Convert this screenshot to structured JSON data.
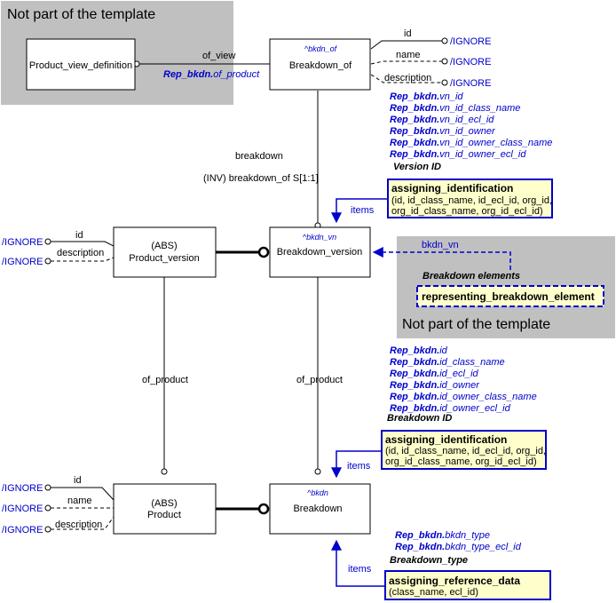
{
  "regions": {
    "top_left": {
      "label": "Not part of the template"
    },
    "right": {
      "label": "Not part of the template"
    }
  },
  "entities": {
    "product_view_definition": {
      "label": "Product_view_definition"
    },
    "breakdown_of": {
      "tag": "^bkdn_of",
      "label": "Breakdown_of"
    },
    "product_version": {
      "abs": "(ABS)",
      "label": "Product_version"
    },
    "breakdown_version": {
      "tag": "^bkdn_vn",
      "label": "Breakdown_version"
    },
    "product": {
      "abs": "(ABS)",
      "label": "Product"
    },
    "breakdown": {
      "tag": "^bkdn",
      "label": "Breakdown"
    }
  },
  "relations": {
    "of_view": "of_view",
    "of_view_ref_bold": "Rep_bkdn.",
    "of_view_ref_italic": "of_product",
    "breakdown": "breakdown",
    "inverse": "(INV) breakdown_of S[1:1]",
    "pv_of_product": "of_product",
    "bv_of_product": "of_product",
    "bkdn_vn": "bkdn_vn",
    "breakdown_elements": "Breakdown elements"
  },
  "attributes": {
    "breakdown_of": [
      {
        "name": "id",
        "target": "/IGNORE",
        "optional": false
      },
      {
        "name": "name",
        "target": "/IGNORE",
        "optional": true
      },
      {
        "name": "description",
        "target": "/IGNORE",
        "optional": true
      }
    ],
    "product_version": [
      {
        "name": "id",
        "target": "/IGNORE",
        "optional": false
      },
      {
        "name": "description",
        "target": "/IGNORE",
        "optional": true
      }
    ],
    "product": [
      {
        "name": "id",
        "target": "/IGNORE",
        "optional": false
      },
      {
        "name": "name",
        "target": "/IGNORE",
        "optional": true
      },
      {
        "name": "description",
        "target": "/IGNORE",
        "optional": true
      }
    ]
  },
  "parameter_groups": {
    "version_id": {
      "prefix": "Rep_bkdn.",
      "items": [
        "vn_id",
        "vn_id_class_name",
        "vn_id_ecl_id",
        "vn_id_owner",
        "vn_id_owner_class_name",
        "vn_id_owner_ecl_id"
      ],
      "title": "Version ID"
    },
    "breakdown_id": {
      "prefix": "Rep_bkdn.",
      "items": [
        "id",
        "id_class_name",
        "id_ecl_id",
        "id_owner",
        "id_owner_class_name",
        "id_owner_ecl_id"
      ],
      "title": "Breakdown ID"
    },
    "breakdown_type": {
      "prefix": "Rep_bkdn.",
      "items": [
        "bkdn_type",
        "bkdn_type_ecl_id"
      ],
      "title": "Breakdown_type"
    }
  },
  "templates": {
    "assign_id_version": {
      "title": "assigning_identification",
      "line1": "(id, id_class_name, id_ecl_id, org_id,",
      "line2": "org_id_class_name, org_id_ecl_id)",
      "items_label": "items"
    },
    "rep_breakdown_element": {
      "title": "representing_breakdown_element"
    },
    "assign_id_breakdown": {
      "title": "assigning_identification",
      "line1": "(id, id_class_name, id_ecl_id, org_id,",
      "line2": "org_id_class_name, org_id_ecl_id)",
      "items_label": "items"
    },
    "assign_ref_data": {
      "title": "assigning_reference_data",
      "line1": "(class_name, ecl_id)",
      "items_label": "items"
    }
  },
  "colors": {
    "link_blue": "#0000cc",
    "template_fill": "#ffffcc",
    "region_gray": "#c0c0c0"
  }
}
